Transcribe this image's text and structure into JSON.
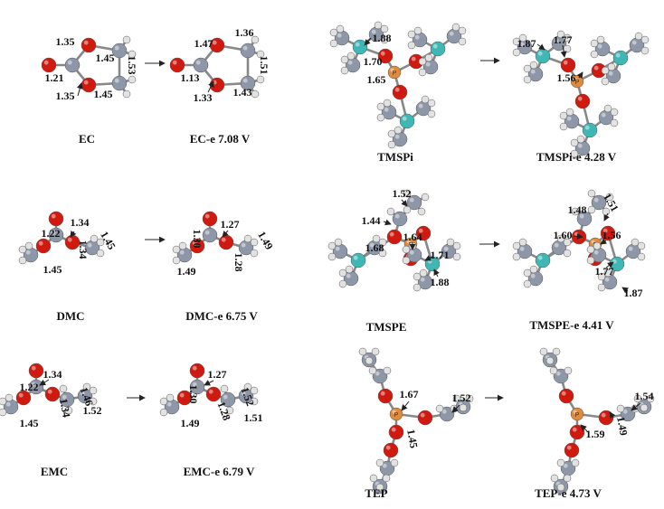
{
  "colors": {
    "C": "#8e97a8",
    "O": "#d01a10",
    "H": "#e2e2e2",
    "P": "#e08a3c",
    "Si": "#3fb7b4",
    "bond": "#888888",
    "text": "#111111"
  },
  "molecules": [
    {
      "id": "ec",
      "caption": "EC",
      "voltage": "",
      "labels": [
        "1.35",
        "1.45",
        "1.21",
        "1.53",
        "1.35",
        "1.45"
      ]
    },
    {
      "id": "ec-e",
      "caption": "EC-e",
      "voltage": "7.08 V",
      "labels": [
        "1.47",
        "1.36",
        "1.51",
        "1.13",
        "1.33",
        "1.43"
      ]
    },
    {
      "id": "tmspi",
      "caption": "TMSPi",
      "voltage": "",
      "labels": [
        "1.88",
        "1.70",
        "1.65"
      ]
    },
    {
      "id": "tmspi-e",
      "caption": "TMSPi-e",
      "voltage": "4.28 V",
      "labels": [
        "1.87",
        "1.77",
        "1.56"
      ]
    },
    {
      "id": "dmc",
      "caption": "DMC",
      "voltage": "",
      "labels": [
        "1.34",
        "1.22",
        "1.45",
        "1.34",
        "1.45"
      ]
    },
    {
      "id": "dmc-e",
      "caption": "DMC-e",
      "voltage": "6.75 V",
      "labels": [
        "1.27",
        "1.30",
        "1.49",
        "1.28",
        "1.49"
      ]
    },
    {
      "id": "tmspe",
      "caption": "TMSPE",
      "voltage": "",
      "labels": [
        "1.52",
        "1.44",
        "1.64",
        "1.68",
        "1.71",
        "1.88"
      ]
    },
    {
      "id": "tmspe-e",
      "caption": "TMSPE-e",
      "voltage": "4.41 V",
      "labels": [
        "1.48",
        "1.51",
        "1.60",
        "1.56",
        "1.77",
        "1.87"
      ]
    },
    {
      "id": "emc",
      "caption": "EMC",
      "voltage": "",
      "labels": [
        "1.34",
        "1.22",
        "1.34",
        "1.46",
        "1.45",
        "1.52"
      ]
    },
    {
      "id": "emc-e",
      "caption": "EMC-e",
      "voltage": "6.79 V",
      "labels": [
        "1.27",
        "1.30",
        "1.52",
        "1.28",
        "1.49",
        "1.51"
      ]
    },
    {
      "id": "tep",
      "caption": "TEP",
      "voltage": "",
      "labels": [
        "1.67",
        "1.52",
        "1.45"
      ]
    },
    {
      "id": "tep-e",
      "caption": "TEP-e",
      "voltage": "4.73 V",
      "labels": [
        "1.54",
        "1.49",
        "1.59"
      ]
    }
  ]
}
